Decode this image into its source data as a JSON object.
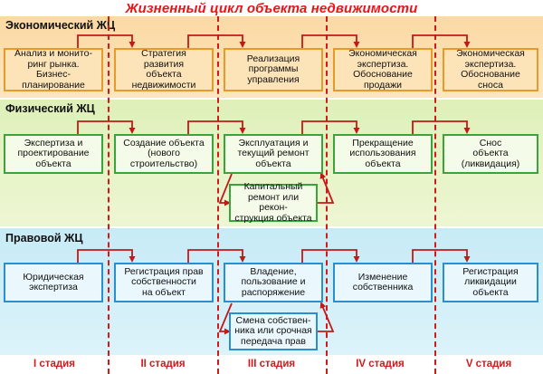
{
  "title": "Жизненный цикл объекта недвижимости",
  "colors": {
    "title": "#e81515",
    "arrow": "#c41818",
    "econ_border": "#e59a2a",
    "phys_border": "#3aa43a",
    "legal_border": "#2a8fd0"
  },
  "econ": {
    "label": "Экономический ЖЦ",
    "boxes": [
      "Анализ и монито-\nринг рынка.\nБизнес-\nпланирование",
      "Стратегия\nразвития\nобъекта\nнедвижимости",
      "Реализация\nпрограммы\nуправления",
      "Экономическая\nэкспертиза.\nОбоснование\nпродажи",
      "Экономическая\nэкспертиза.\nОбоснование\nсноса"
    ]
  },
  "phys": {
    "label": "Физический ЖЦ",
    "boxes": [
      "Экспертиза и\nпроектирование\nобъекта",
      "Создание объекта\n(нового\nстроительство)",
      "Эксплуатация и\nтекущий ремонт\nобъекта",
      "Прекращение\nиспользования\nобъекта",
      "Снос\nобъекта\n(ликвидация)"
    ],
    "extra": "Капитальный\nремонт или рекон-\nструкция объекта"
  },
  "legal": {
    "label": "Правовой ЖЦ",
    "boxes": [
      "Юридическая\nэкспертиза",
      "Регистрация прав\nсобственности\nна объект",
      "Владение,\nпользование и\nраспоряжение",
      "Изменение\nсобственника",
      "Регистрация\nликвидации\nобъекта"
    ],
    "extra": "Смена собствен-\nника или срочная\nпередача прав"
  },
  "stages": [
    "I стадия",
    "II стадия",
    "III стадия",
    "IV стадия",
    "V стадия"
  ]
}
